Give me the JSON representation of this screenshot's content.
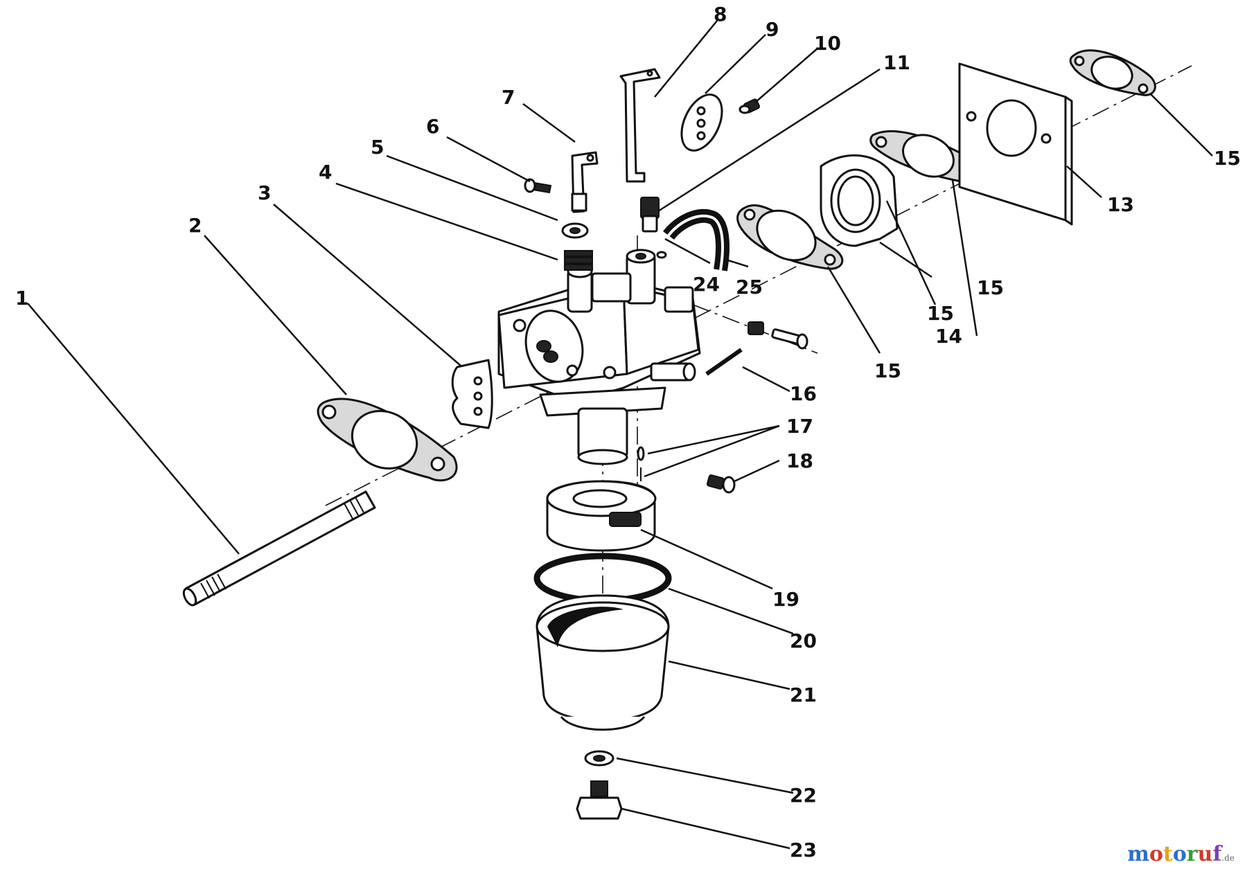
{
  "callouts": [
    "1",
    "2",
    "3",
    "4",
    "5",
    "6",
    "7",
    "8",
    "9",
    "10",
    "11",
    "13",
    "14",
    "15",
    "15",
    "15",
    "15",
    "16",
    "17",
    "18",
    "19",
    "20",
    "21",
    "22",
    "23",
    "24",
    "25"
  ],
  "watermark": {
    "letters": [
      "m",
      "o",
      "t",
      "o",
      "r",
      "u",
      "f"
    ],
    "colors": [
      "#2f6fc9",
      "#d23a2a",
      "#e8a317",
      "#2f6fc9",
      "#3a9a3a",
      "#d23a2a",
      "#7a3fb0"
    ],
    "suffix": ".de"
  }
}
